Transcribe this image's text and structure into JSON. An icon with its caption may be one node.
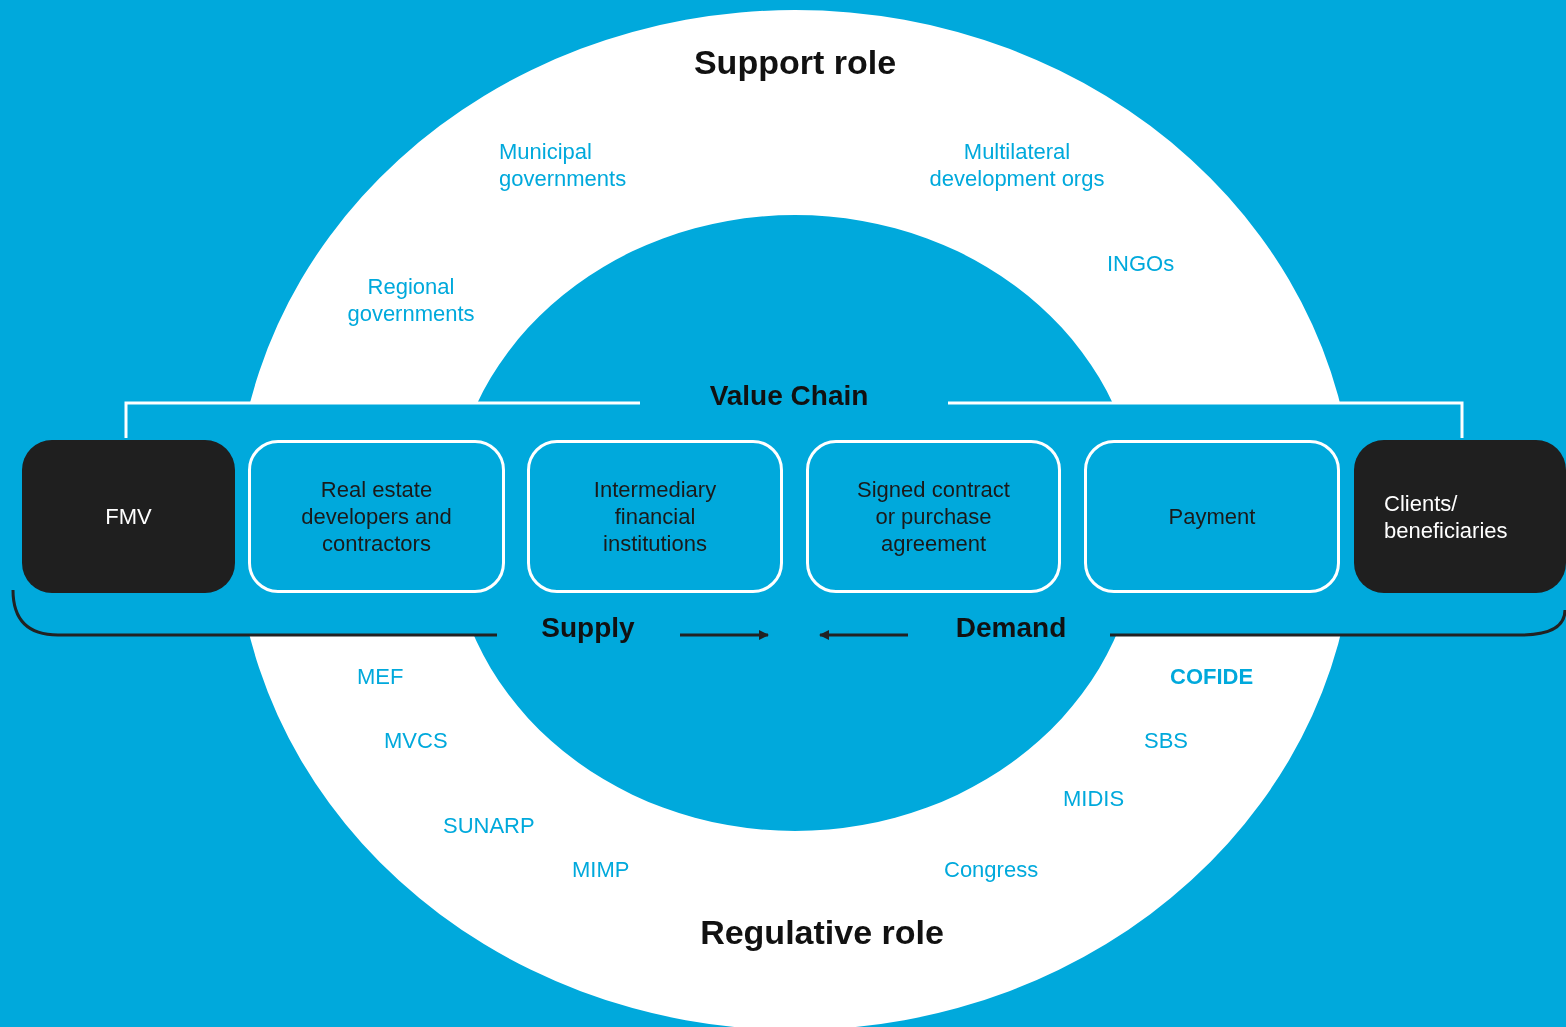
{
  "diagram": {
    "nodes": [
      {
        "text": [
          "FMV"
        ]
      },
      {
        "text": [
          "Real estate developers and contractors"
        ]
      },
      {
        "text": [
          "Intermediary financial institutions"
        ]
      },
      {
        "text": [
          "Signed contract or purchase agreement"
        ]
      },
      {
        "text": [
          "Payment"
        ]
      },
      {
        "text": [
          "Clients/ beneficiaries"
        ]
      }
    ],
    "edges": [],
    "labels": [
      "Support role",
      "Municipal governments",
      "Multilateral development orgs",
      "Regional governments",
      "INGOs",
      "Value Chain",
      "Supply",
      "Demand",
      "MEF",
      "COFIDE",
      "MVCS",
      "SBS",
      "MIDIS",
      "SUNARP",
      "MIMP",
      "Congress",
      "Regulative role"
    ]
  }
}
